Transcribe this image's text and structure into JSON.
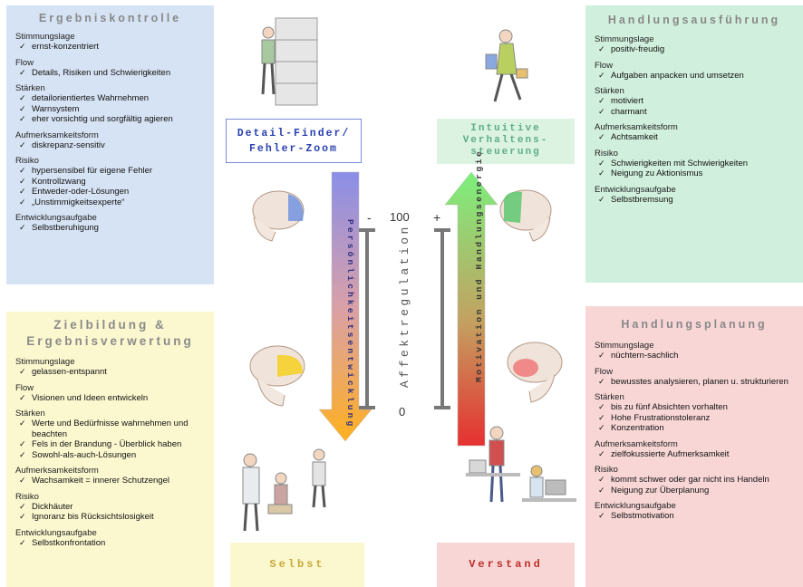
{
  "panels": {
    "blue": {
      "title": "Ergebniskontrolle",
      "sections": [
        {
          "title": "Stimmungslage",
          "items": [
            "ernst-konzentriert"
          ]
        },
        {
          "title": "Flow",
          "items": [
            "Details, Risiken und Schwierigkeiten"
          ]
        },
        {
          "title": "Stärken",
          "items": [
            "detailorientiertes Wahrnehmen",
            "Warnsystem",
            "eher vorsichtig und sorgfältig agieren"
          ]
        },
        {
          "title": "Aufmerksamkeitsform",
          "items": [
            "diskrepanz-sensitiv"
          ]
        },
        {
          "title": "Risiko",
          "items": [
            "hypersensibel für eigene Fehler",
            "Kontrollzwang",
            "Entweder-oder-Lösungen",
            "„Unstimmigkeitsexperte“"
          ]
        },
        {
          "title": "Entwicklungsaufgabe",
          "items": [
            "Selbstberuhigung"
          ]
        }
      ]
    },
    "green": {
      "title": "Handlungsausführung",
      "sections": [
        {
          "title": "Stimmungslage",
          "items": [
            "positiv-freudig"
          ]
        },
        {
          "title": "Flow",
          "items": [
            "Aufgaben anpacken und umsetzen"
          ]
        },
        {
          "title": "Stärken",
          "items": [
            "motiviert",
            "charmant"
          ]
        },
        {
          "title": "Aufmerksamkeitsform",
          "items": [
            "Achtsamkeit"
          ]
        },
        {
          "title": "Risiko",
          "items": [
            "Schwierigkeiten mit Schwierigkeiten",
            "Neigung zu Aktionismus"
          ]
        },
        {
          "title": "Entwicklungsaufgabe",
          "items": [
            "Selbstbremsung"
          ]
        }
      ]
    },
    "yellow": {
      "title_line1": "Zielbildung &",
      "title_line2": "Ergebnisverwertung",
      "sections": [
        {
          "title": "Stimmungslage",
          "items": [
            "gelassen-entspannt"
          ]
        },
        {
          "title": "Flow",
          "items": [
            "Visionen und Ideen entwickeln"
          ]
        },
        {
          "title": "Stärken",
          "items": [
            "Werte und Bedürfnisse wahrnehmen und beachten",
            "Fels in der Brandung - Überblick haben",
            "Sowohl-als-auch-Lösungen"
          ]
        },
        {
          "title": "Aufmerksamkeitsform",
          "items": [
            "Wachsamkeit = innerer Schutzengel"
          ]
        },
        {
          "title": "Risiko",
          "items": [
            "Dickhäuter",
            "Ignoranz bis Rücksichtslosigkeit"
          ]
        },
        {
          "title": "Entwicklungsaufgabe",
          "items": [
            "Selbstkonfrontation"
          ]
        }
      ]
    },
    "red": {
      "title": "Handlungsplanung",
      "sections": [
        {
          "title": "Stimmungslage",
          "items": [
            "nüchtern-sachlich"
          ]
        },
        {
          "title": "Flow",
          "items": [
            "bewusstes analysieren, planen u. strukturieren"
          ]
        },
        {
          "title": "Stärken",
          "items": [
            "bis zu fünf Absichten vorhalten",
            "Hohe Frustrationstoleranz",
            "Konzentration"
          ]
        },
        {
          "title": "Aufmerksamkeitsform",
          "items": [
            "zielfokussierte Aufmerksamkeit"
          ]
        },
        {
          "title": "Risiko",
          "items": [
            "kommt schwer oder gar nicht ins Handeln",
            "Neigung zur Überplanung"
          ]
        },
        {
          "title": "Entwicklungsaufgabe",
          "items": [
            "Selbstmotivation"
          ]
        }
      ]
    }
  },
  "boxes": {
    "detail_line1": "Detail-Finder/",
    "detail_line2": "Fehler-Zoom",
    "intuitive_line1": "Intuitive",
    "intuitive_line2": "Verhaltens-",
    "intuitive_line3": "steuerung",
    "selbst": "Selbst",
    "verstand": "Verstand"
  },
  "axis": {
    "personality": "Persönlichkeitsentwicklung",
    "motivation": "Motivation und Handlungsenergie",
    "affect": "Affektregulation",
    "top_value": "100",
    "bottom_value": "0",
    "minus": "-",
    "plus": "+"
  },
  "colors": {
    "blue_panel": "#d6e3f4",
    "green_panel": "#d0efdc",
    "yellow_panel": "#fbf8cf",
    "red_panel": "#f8d6d6",
    "arrow_down_top": "#8a8ee8",
    "arrow_down_bottom": "#ffb020",
    "arrow_up_top": "#7cf07c",
    "arrow_up_bottom": "#e63030"
  },
  "icons": [
    "person-at-shelf-illustration",
    "walking-woman-illustration",
    "brain-blue-region-icon",
    "brain-green-region-icon",
    "brain-yellow-region-icon",
    "brain-red-region-icon",
    "group-of-people-illustration",
    "office-workers-illustration"
  ]
}
